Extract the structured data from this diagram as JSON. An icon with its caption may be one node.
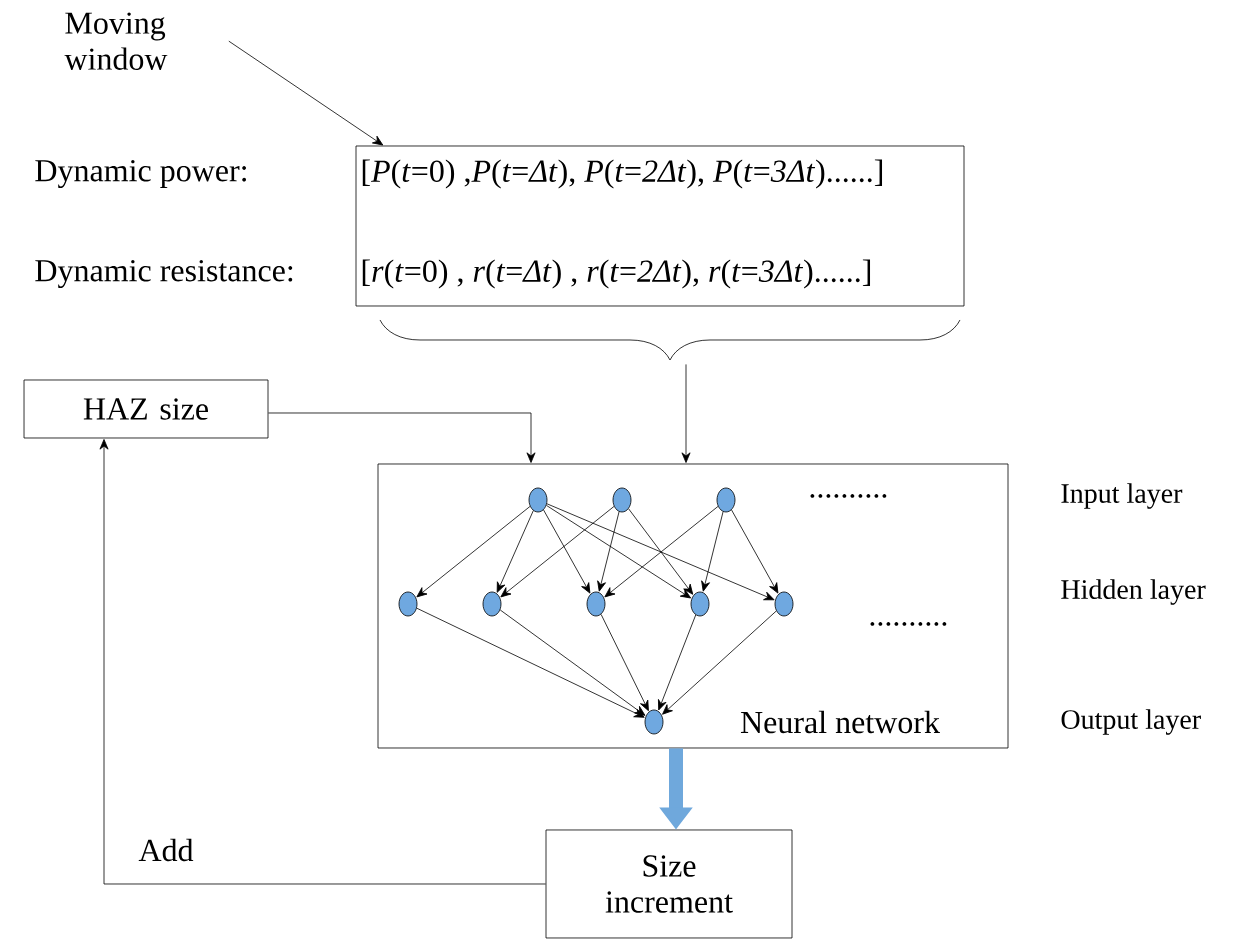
{
  "diagram": {
    "nodes": [
      {
        "text": [
          "Moving window"
        ]
      },
      {
        "text": [],
        "shape": "box"
      },
      {
        "text": [
          "HAZ size"
        ]
      },
      {
        "text": [
          "Neural network"
        ]
      },
      {
        "text": [],
        "shape": "circle",
        "in": 3
      },
      {
        "text": [],
        "shape": "circle",
        "in": 3
      },
      {
        "text": [],
        "shape": "circle",
        "in": 3
      },
      {
        "text": [],
        "shape": "circle",
        "in": 3
      },
      {
        "text": [],
        "shape": "circle",
        "in": 3
      },
      {
        "text": [],
        "shape": "circle",
        "in": 3
      },
      {
        "text": [],
        "shape": "circle",
        "in": 3
      },
      {
        "text": [],
        "shape": "circle",
        "in": 3
      },
      {
        "text": [],
        "shape": "circle",
        "in": 3
      },
      {
        "text": [
          "Size increment"
        ]
      }
    ],
    "edges": [
      {
        "from": 0,
        "to": 1,
        "arrow": "to"
      },
      {
        "from": 1,
        "to": 3,
        "arrow": "to"
      },
      {
        "from": 2,
        "to": 3,
        "arrow": "to"
      },
      {
        "from": 4,
        "to": 7,
        "arrow": "to"
      },
      {
        "from": 4,
        "to": 8,
        "arrow": "to"
      },
      {
        "from": 4,
        "to": 9,
        "arrow": "to"
      },
      {
        "from": 4,
        "to": 10,
        "arrow": "to"
      },
      {
        "from": 4,
        "to": 11,
        "arrow": "to"
      },
      {
        "from": 5,
        "to": 8,
        "arrow": "to"
      },
      {
        "from": 5,
        "to": 9,
        "arrow": "to"
      },
      {
        "from": 5,
        "to": 10,
        "arrow": "to"
      },
      {
        "from": 6,
        "to": 9,
        "arrow": "to"
      },
      {
        "from": 6,
        "to": 10,
        "arrow": "to"
      },
      {
        "from": 6,
        "to": 11,
        "arrow": "to"
      },
      {
        "from": 7,
        "to": 12,
        "arrow": "to"
      },
      {
        "from": 8,
        "to": 12,
        "arrow": "to"
      },
      {
        "from": 9,
        "to": 12,
        "arrow": "to"
      },
      {
        "from": 10,
        "to": 12,
        "arrow": "to"
      },
      {
        "from": 11,
        "to": 12,
        "arrow": "to"
      },
      {
        "from": 12,
        "to": 13,
        "arrow": "to",
        "style": "thick",
        "color": "#6fa8dc"
      },
      {
        "from": 13,
        "to": 2,
        "arrow": "to",
        "label": "Add"
      }
    ],
    "labels": [
      "Dynamic power:",
      "[*P*(*t*=0) ,*P*(*t*=*Δt*), *P*(*t*=*2Δt*), *P*(*t*=*3Δt*)......]",
      "Dynamic resistance:",
      "[*r*(*t*=0) , *r*(*t*=*Δt*) , *r*(*t*=*2Δt*), *r*(*t*=*3Δt*)......]",
      "..........",
      "Input layer",
      "Hidden layer",
      "..........",
      "Output layer"
    ]
  }
}
